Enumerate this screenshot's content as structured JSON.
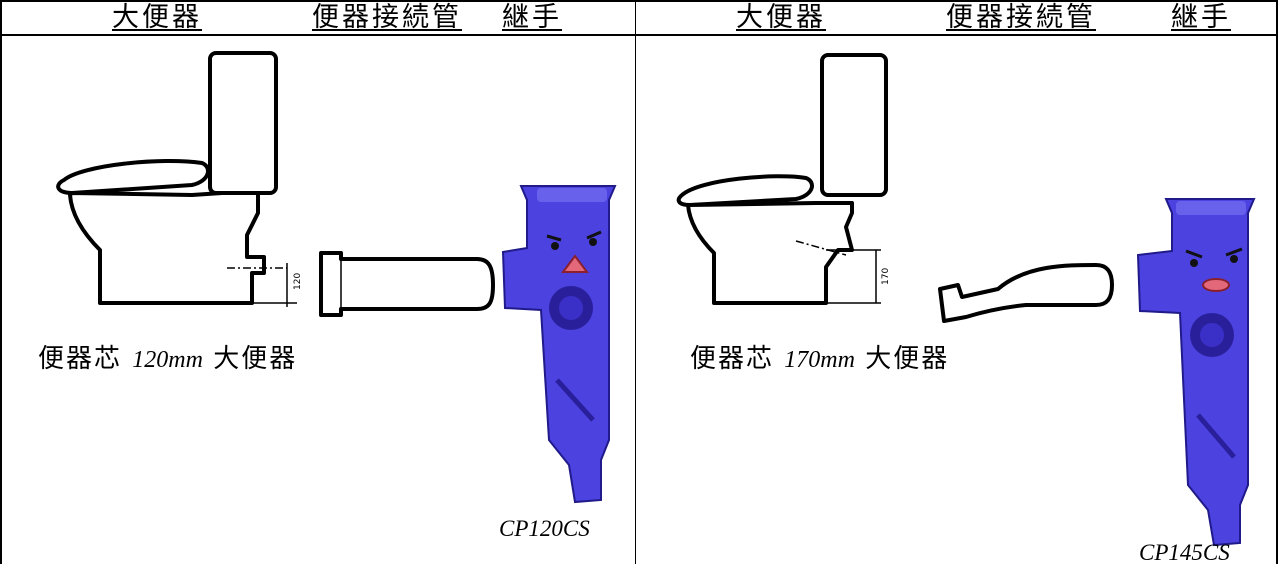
{
  "colors": {
    "fitting_blue": "#4b42e0",
    "fitting_dark": "#2a1f9b",
    "mouth_pink": "#e2687a"
  },
  "icons": {
    "toilet": "toilet-drawing-icon",
    "pipe": "connector-pipe-icon",
    "fitting": "fitting-mascot-icon"
  },
  "panels": [
    {
      "header": {
        "toilet": "大便器",
        "pipe": "便器接続管",
        "fitting": "継手"
      },
      "caption": {
        "prefix": "便器芯",
        "size": "120mm",
        "suffix": "大便器"
      },
      "dimension": "120",
      "model": "CP120CS"
    },
    {
      "header": {
        "toilet": "大便器",
        "pipe": "便器接続管",
        "fitting": "継手"
      },
      "caption": {
        "prefix": "便器芯",
        "size": "170mm",
        "suffix": "大便器"
      },
      "dimension": "170",
      "model": "CP145CS"
    }
  ]
}
